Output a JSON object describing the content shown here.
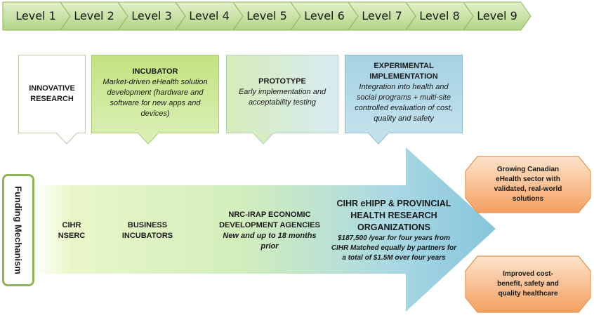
{
  "levels": [
    "Level 1",
    "Level 2",
    "Level 3",
    "Level 4",
    "Level 5",
    "Level 6",
    "Level 7",
    "Level 8",
    "Level 9"
  ],
  "stages": [
    {
      "title": "INNOVATIVE RESEARCH",
      "body": ""
    },
    {
      "title": "INCUBATOR",
      "body": "Market-driven eHealth solution development (hardware and software for new apps and devices)"
    },
    {
      "title": "PROTOTYPE",
      "body": "Early implementation and acceptability testing"
    },
    {
      "title": "EXPERIMENTAL IMPLEMENTATION",
      "body": "Integration into health and social programs + multi-site controlled evaluation of cost, quality and safety"
    }
  ],
  "funding": {
    "label": "Funding Mechanism",
    "cihr": "CIHR",
    "nserc": "NSERC",
    "business": "BUSINESS INCUBATORS",
    "nrc_title": "NRC-IRAP ECONOMIC DEVELOPMENT AGENCIES",
    "nrc_note": "New and up to 18 months prior",
    "ehipp_title": "CIHR eHIPP & PROVINCIAL HEALTH RESEARCH ORGANIZATIONS",
    "ehipp_note": "$187,500 /year for four years from CIHR Matched equally by partners for a total of $1.5M over four years"
  },
  "outcomes": [
    "Growing Canadian eHealth sector with validated, real-world solutions",
    "Improved cost-benefit, safety and quality healthcare"
  ],
  "colors": {
    "level_fill": "#c5df9c",
    "stage1": "#ffffff",
    "stage2": "#c8e68a",
    "stage3": "#dcefc0",
    "stage4": "#a9d3e3",
    "arrow_start": "#d9f2a6",
    "arrow_end": "#8ec9de",
    "outcome": "#f6b07a",
    "border_green": "#8fb35a"
  }
}
